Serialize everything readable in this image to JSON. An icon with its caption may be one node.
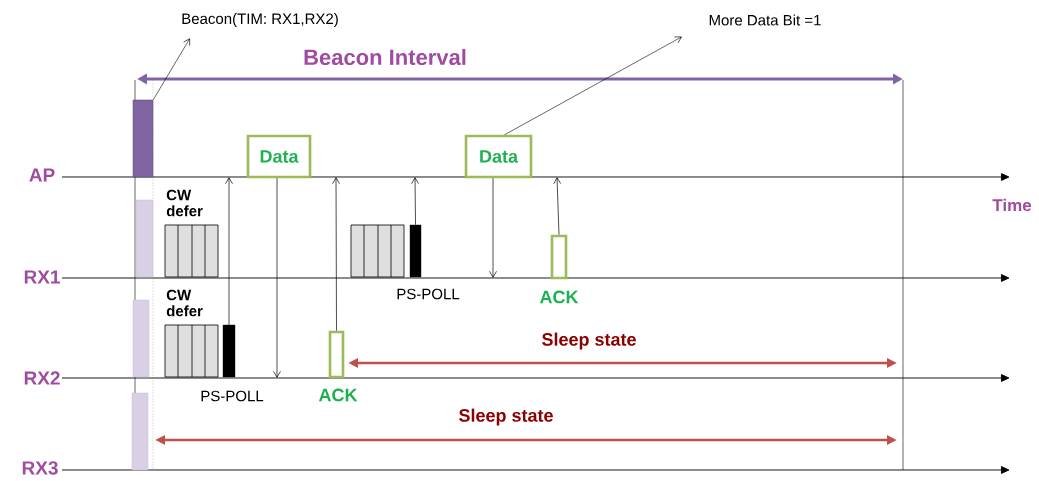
{
  "diagram": {
    "nodes": [
      {
        "text": [
          "Beacon(TIM: RX1,RX2)"
        ]
      },
      {
        "text": [
          "More Data Bit =1"
        ]
      },
      {
        "text": [],
        "shape": "bar"
      },
      {
        "text": [
          "Data"
        ]
      },
      {
        "text": [
          "Data"
        ]
      },
      {
        "text": [],
        "shape": "bar"
      },
      {
        "text": [],
        "shape": "bar",
        "beside": [
          "PS-POLL"
        ]
      },
      {
        "text": [],
        "shape": "box",
        "beside": [
          "ACK"
        ]
      },
      {
        "text": [],
        "shape": "bar"
      },
      {
        "text": [],
        "shape": "bar",
        "beside": [
          "PS-POLL"
        ]
      },
      {
        "text": [],
        "shape": "box",
        "beside": [
          "ACK"
        ]
      },
      {
        "text": [],
        "shape": "bar"
      }
    ],
    "edges": [
      {
        "from": 2,
        "to": 0,
        "arrow": "to"
      },
      {
        "from": 4,
        "to": 1,
        "arrow": "to"
      },
      {
        "from": 9,
        "to": null,
        "arrow": "to"
      },
      {
        "from": 3,
        "to": null,
        "arrow": "to"
      },
      {
        "from": 10,
        "to": null,
        "arrow": "to"
      },
      {
        "from": 6,
        "to": null,
        "arrow": "to"
      },
      {
        "from": 4,
        "to": null,
        "arrow": "to"
      },
      {
        "from": 7,
        "to": null,
        "arrow": "to"
      }
    ],
    "labels": [
      "Beacon Interval",
      "AP",
      "Time",
      "CW defer",
      "RX1",
      "CW defer",
      "Sleep state",
      "RX2",
      "Sleep state",
      "RX3"
    ]
  }
}
